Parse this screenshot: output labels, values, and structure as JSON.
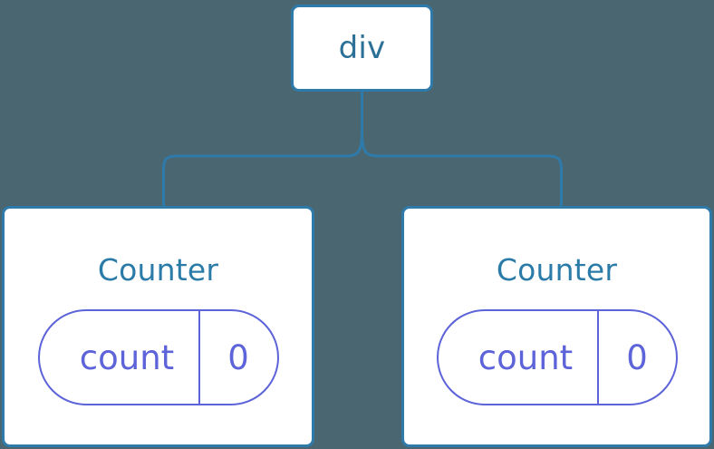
{
  "diagram": {
    "type": "component-tree",
    "background_color": "#4a6771",
    "node_border_color": "#2e7bab",
    "node_fill_color": "#ffffff",
    "connector_color": "#2e7bab",
    "title_color": "#2b7ba8",
    "state_pill_color": "#5d63d8",
    "root": {
      "label": "div"
    },
    "children": [
      {
        "title": "Counter",
        "state": {
          "key": "count",
          "value": "0"
        }
      },
      {
        "title": "Counter",
        "state": {
          "key": "count",
          "value": "0"
        }
      }
    ]
  }
}
